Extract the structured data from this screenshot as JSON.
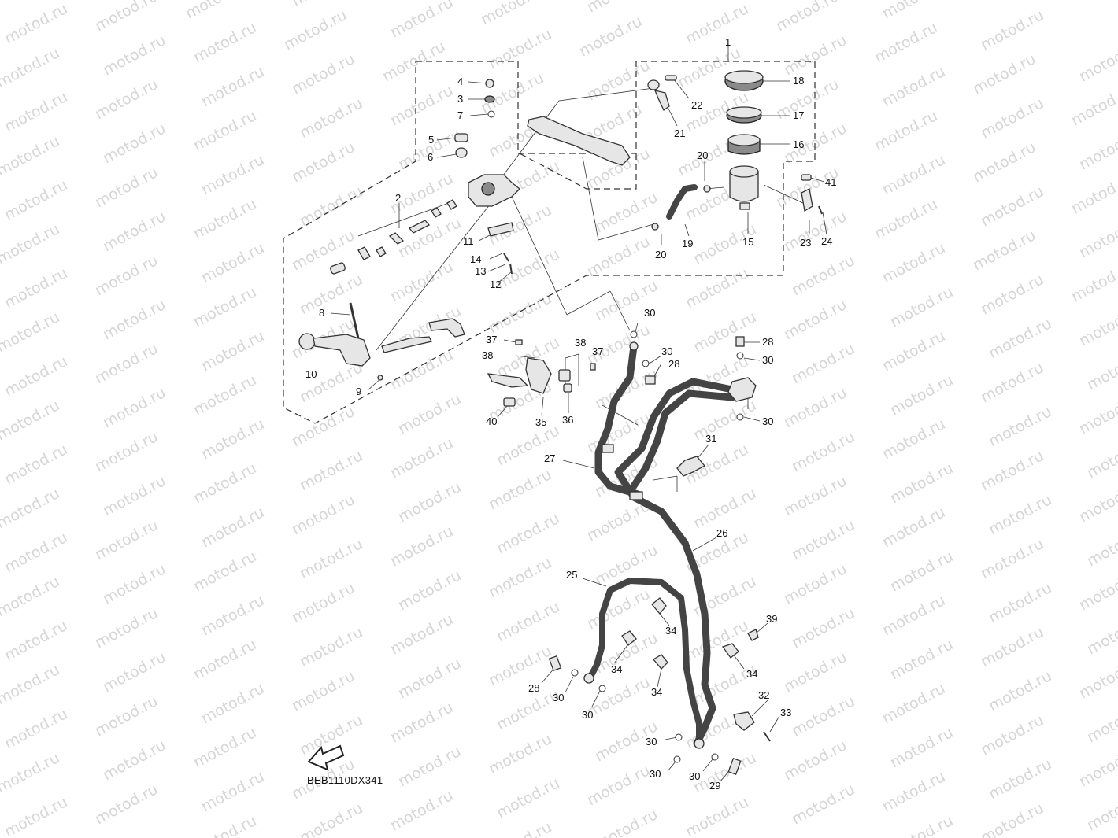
{
  "watermark": {
    "text": "motod.ru"
  },
  "diagram_code": "BEB1110DX341",
  "callouts": {
    "c1": "1",
    "c2": "2",
    "c3": "3",
    "c4": "4",
    "c5": "5",
    "c6": "6",
    "c7": "7",
    "c8": "8",
    "c9": "9",
    "c10": "10",
    "c11": "11",
    "c12": "12",
    "c13": "13",
    "c14": "14",
    "c15": "15",
    "c16": "16",
    "c17": "17",
    "c18": "18",
    "c19": "19",
    "c20a": "20",
    "c20b": "20",
    "c21": "21",
    "c22": "22",
    "c23": "23",
    "c24": "24",
    "c25": "25",
    "c26": "26",
    "c27": "27",
    "c28a": "28",
    "c28b": "28",
    "c28c": "28",
    "c29": "29",
    "c30a": "30",
    "c30b": "30",
    "c30c": "30",
    "c30d": "30",
    "c30e": "30",
    "c30f": "30",
    "c30g": "30",
    "c30h": "30",
    "c30i": "30",
    "c31": "31",
    "c32": "32",
    "c33": "33",
    "c34a": "34",
    "c34b": "34",
    "c34c": "34",
    "c34d": "34",
    "c35": "35",
    "c36": "36",
    "c37a": "37",
    "c37b": "37",
    "c38a": "38",
    "c38b": "38",
    "c39": "39",
    "c40": "40",
    "c41": "41"
  }
}
